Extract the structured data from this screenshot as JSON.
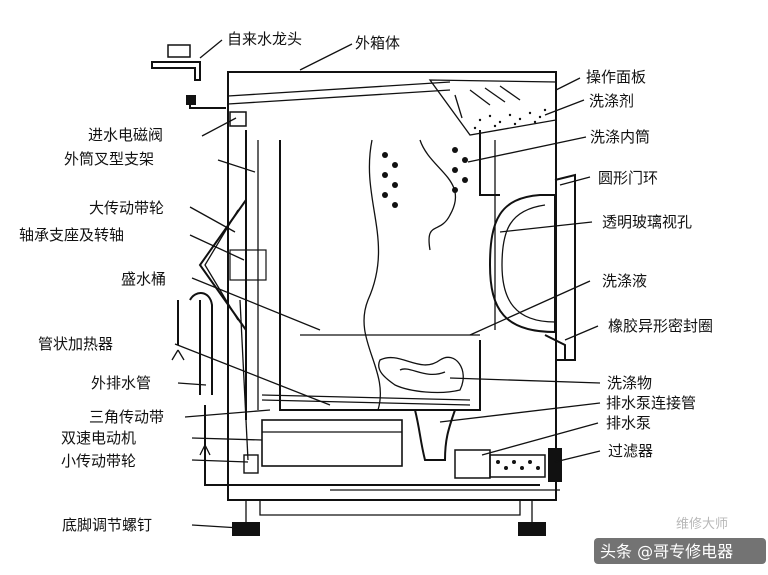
{
  "labels": {
    "faucet": "自来水龙头",
    "outer_cabinet": "外箱体",
    "control_panel": "操作面板",
    "detergent": "洗涤剂",
    "inlet_valve": "进水电磁阀",
    "outer_tub_bracket": "外筒叉型支架",
    "inner_drum": "洗涤内筒",
    "door_ring": "圆形门环",
    "big_pulley": "大传动带轮",
    "bearing_shaft": "轴承支座及转轴",
    "glass_window": "透明玻璃视孔",
    "tub": "盛水桶",
    "wash_liquid": "洗涤液",
    "heater": "管状加热器",
    "gasket": "橡胶异形密封圈",
    "drain_hose": "外排水管",
    "laundry": "洗涤物",
    "belt": "三角传动带",
    "pump_pipe": "排水泵连接管",
    "motor": "双速电动机",
    "pump": "排水泵",
    "small_pulley": "小传动带轮",
    "filter": "过滤器",
    "foot_screw": "底脚调节螺钉"
  },
  "watermark": {
    "source": "头条 @哥专修电器",
    "faint": "维修大师"
  }
}
